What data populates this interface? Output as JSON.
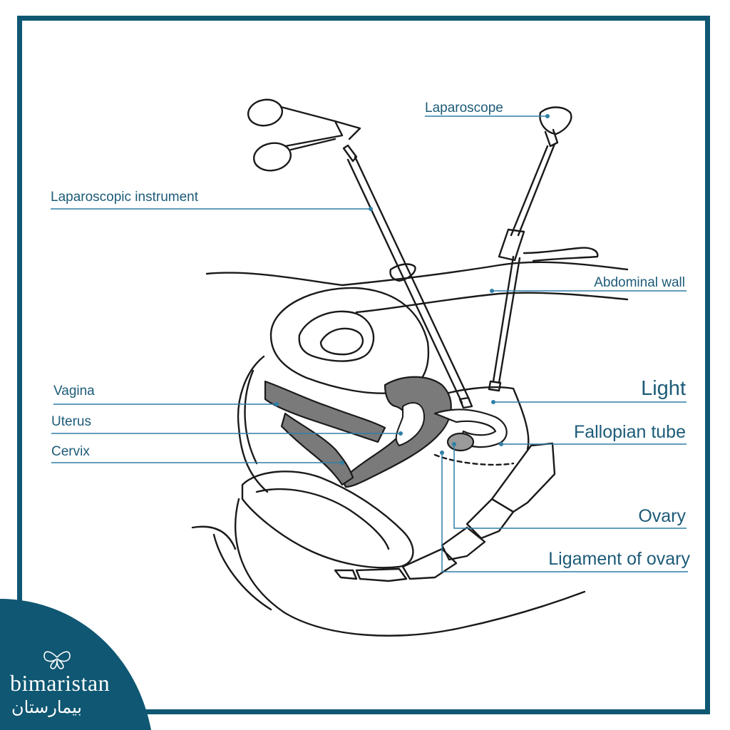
{
  "labels": {
    "laparoscope": "Laparoscope",
    "laparoscopic_instrument": "Laparoscopic instrument",
    "abdominal_wall": "Abdominal wall",
    "light": "Light",
    "vagina": "Vagina",
    "uterus": "Uterus",
    "fallopian_tube": "Fallopian tube",
    "cervix": "Cervix",
    "ovary": "Ovary",
    "ligament_of_ovary": "Ligament of ovary"
  },
  "logo": {
    "name": "bimaristan",
    "arabic": "بيمارستان",
    "icon": "butterfly-icon"
  },
  "colors": {
    "frame": "#0f5772",
    "label_text": "#1d5b78",
    "leader_line": "#2f7fa6",
    "organ_fill": "#7a7a7a",
    "logo_bg": "#0f5772"
  }
}
